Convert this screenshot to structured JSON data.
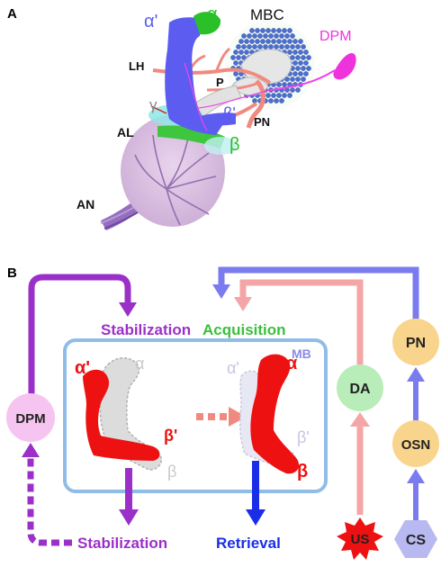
{
  "panel_a": {
    "panel_letter": "A",
    "labels": {
      "alpha_prime": "α'",
      "alpha": "α",
      "mbc": "MBC",
      "dpm": "DPM",
      "lh": "LH",
      "p": "P",
      "gamma": "γ",
      "beta_prime": "β'",
      "pn": "PN",
      "al": "AL",
      "beta": "β",
      "an": "AN"
    }
  },
  "panel_b": {
    "panel_letter": "B",
    "stabilization_top": "Stabilization",
    "acquisition": "Acquisition",
    "mb": "MB",
    "stabilization_bottom": "Stabilization",
    "retrieval": "Retrieval",
    "nodes": {
      "dpm": "DPM",
      "da": "DA",
      "pn": "PN",
      "osn": "OSN",
      "us": "US",
      "cs": "CS"
    },
    "left_lobe": {
      "alpha_prime": "α'",
      "alpha": "α",
      "beta_prime": "β'",
      "beta": "β"
    },
    "right_lobe": {
      "alpha_prime": "α'",
      "alpha": "α",
      "beta_prime": "β'",
      "beta": "β"
    }
  },
  "colors": {
    "purple": "#9b30c8",
    "green": "#3bbf3b",
    "blue_mb": "#8fbde8",
    "red": "#ee1111",
    "pink_da": "#f4a6a6",
    "periwinkle": "#7b7bf0",
    "magenta": "#ee33dd",
    "retrieval_blue": "#1a2ee8"
  }
}
